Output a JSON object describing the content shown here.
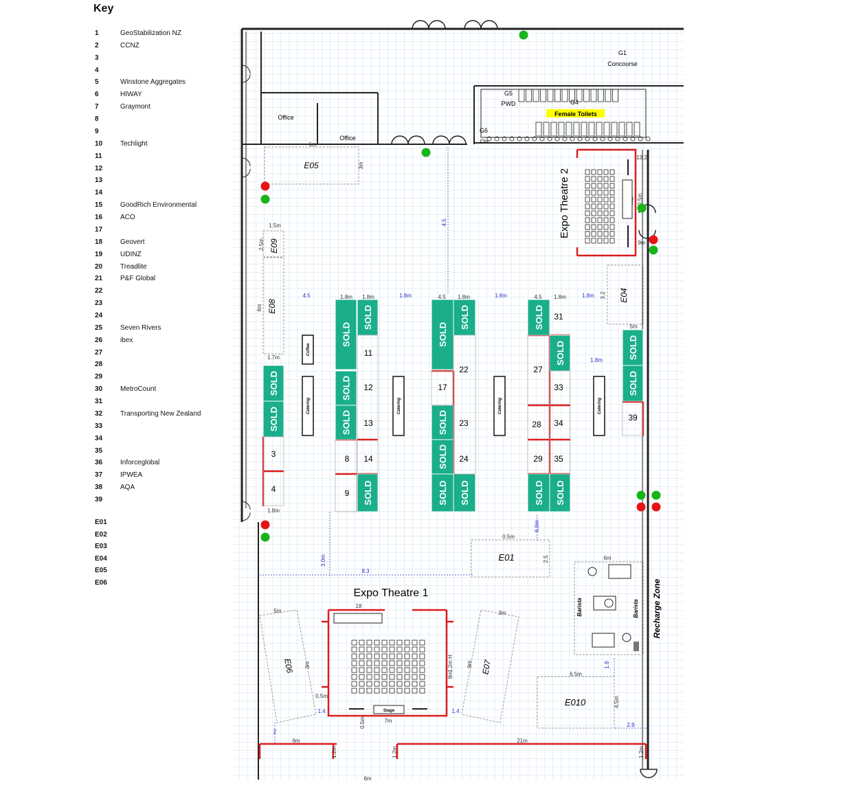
{
  "key": {
    "title": "Key",
    "entries": [
      {
        "num": "1",
        "name": "GeoStabilization NZ"
      },
      {
        "num": "2",
        "name": "CCNZ"
      },
      {
        "num": "3",
        "name": ""
      },
      {
        "num": "4",
        "name": ""
      },
      {
        "num": "5",
        "name": "Winstone Aggregates"
      },
      {
        "num": "6",
        "name": "HIWAY"
      },
      {
        "num": "7",
        "name": "Graymont"
      },
      {
        "num": "8",
        "name": ""
      },
      {
        "num": "9",
        "name": ""
      },
      {
        "num": "10",
        "name": "Techlight"
      },
      {
        "num": "11",
        "name": ""
      },
      {
        "num": "12",
        "name": ""
      },
      {
        "num": "13",
        "name": ""
      },
      {
        "num": "14",
        "name": ""
      },
      {
        "num": "15",
        "name": "GoodRich Environmental"
      },
      {
        "num": "16",
        "name": "ACO"
      },
      {
        "num": "17",
        "name": ""
      },
      {
        "num": "18",
        "name": "Geovert"
      },
      {
        "num": "19",
        "name": "UDINZ"
      },
      {
        "num": "20",
        "name": "Treadlite"
      },
      {
        "num": "21",
        "name": "P&F Global"
      },
      {
        "num": "22",
        "name": ""
      },
      {
        "num": "23",
        "name": ""
      },
      {
        "num": "24",
        "name": ""
      },
      {
        "num": "25",
        "name": "Seven Rivers"
      },
      {
        "num": "26",
        "name": "ibex"
      },
      {
        "num": "27",
        "name": ""
      },
      {
        "num": "28",
        "name": ""
      },
      {
        "num": "29",
        "name": ""
      },
      {
        "num": "30",
        "name": "MetroCount"
      },
      {
        "num": "31",
        "name": ""
      },
      {
        "num": "32",
        "name": "Transporting New Zealand"
      },
      {
        "num": "33",
        "name": ""
      },
      {
        "num": "34",
        "name": ""
      },
      {
        "num": "35",
        "name": ""
      },
      {
        "num": "36",
        "name": "Inforceglobal"
      },
      {
        "num": "37",
        "name": "IPWEA"
      },
      {
        "num": "38",
        "name": "AQA"
      },
      {
        "num": "39",
        "name": ""
      },
      {
        "num": "E01",
        "name": ""
      },
      {
        "num": "E02",
        "name": ""
      },
      {
        "num": "E03",
        "name": ""
      },
      {
        "num": "E04",
        "name": ""
      },
      {
        "num": "E05",
        "name": ""
      },
      {
        "num": "E06",
        "name": ""
      }
    ]
  },
  "labels": {
    "sold": "SOLD",
    "office": "Office",
    "g1": "G1",
    "concourse": "Concourse",
    "g5": "G5",
    "pwd": "PWD",
    "g4": "G4",
    "g6": "G6",
    "cleaner": "Clnr",
    "female_toilets": "Female Toilets",
    "expo_theatre_1": "Expo Theatre 1",
    "expo_theatre_2": "Expo Theatre 2",
    "recharge_zone": "Recharge Zone",
    "catering": "Catering",
    "coffee": "Coffee",
    "barista": "Barista",
    "stage": "Stage"
  },
  "booths": {
    "numbered": [
      "3",
      "4",
      "8",
      "9",
      "11",
      "12",
      "13",
      "14",
      "17",
      "22",
      "23",
      "24",
      "27",
      "28",
      "29",
      "31",
      "33",
      "34",
      "35",
      "39"
    ]
  },
  "zones": [
    "E01",
    "E04",
    "E05",
    "E06",
    "E07",
    "E08",
    "E09",
    "E010"
  ],
  "dimensions": [
    "6m",
    "3m",
    "1.5m",
    "2.5m",
    "6m",
    "1.7m",
    "1.8m",
    "4.5",
    "1.8m",
    "1.8m",
    "4.5",
    "1.8m",
    "1.8m",
    "4.5",
    "1.8m",
    "1.8m",
    "3.2",
    "5m",
    "1.8m",
    "4.5",
    "13.2",
    "0.5m",
    "9m",
    "0.5m",
    "6.0m",
    "2.5",
    "3.0m",
    "8.3",
    "18",
    "5m",
    "3m",
    "9m",
    "1.2m H",
    "9m",
    "3m",
    "0.5m",
    "1.4",
    "0.5m",
    "7m",
    "1.4",
    "2",
    "6m",
    "21m",
    "1.2m",
    "1.2m",
    "1.2m",
    "6m",
    "6.5m",
    "1.8",
    "4.5m",
    "2.9",
    "6m",
    "1.8m"
  ],
  "colors": {
    "sold": "#1aae8a",
    "wall_red": "#dd1c1c",
    "grid": "#c8dff2",
    "green_dot": "#18b418",
    "red_dot": "#e61414",
    "dim_blue": "#2c2ccc",
    "highlight": "#ffff00"
  }
}
